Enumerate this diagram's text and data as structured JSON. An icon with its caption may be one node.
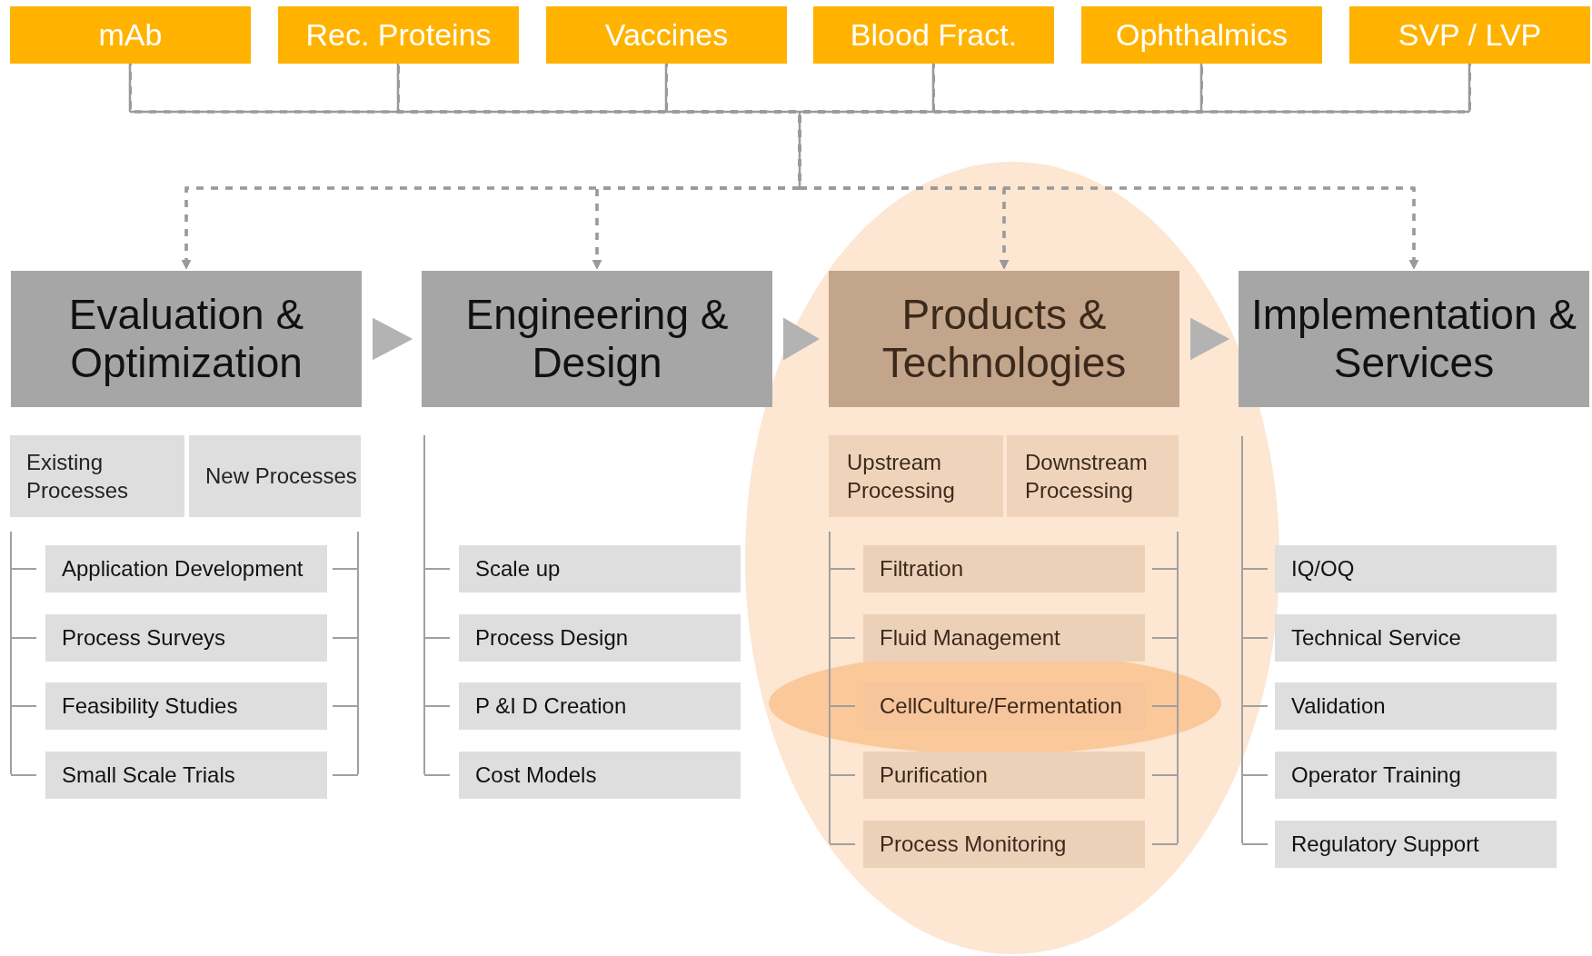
{
  "diagram": {
    "nodes": [
      {
        "text": [
          "mAb"
        ]
      },
      {
        "text": [
          "Rec. Proteins"
        ]
      },
      {
        "text": [
          "Vaccines"
        ]
      },
      {
        "text": [
          "Blood Fract."
        ]
      },
      {
        "text": [
          "Ophthalmics"
        ]
      },
      {
        "text": [
          "SVP / LVP"
        ]
      },
      {
        "text": [
          "Evaluation & Optimization"
        ]
      },
      {
        "text": [
          "Engineering & Design"
        ]
      },
      {
        "text": [
          "Products & Technologies"
        ]
      },
      {
        "text": [
          "Implementation & Services"
        ]
      },
      {
        "text": [
          "Existing Processes"
        ]
      },
      {
        "text": [
          "New Processes"
        ]
      },
      {
        "text": [
          "Application Development"
        ]
      },
      {
        "text": [
          "Process Surveys"
        ]
      },
      {
        "text": [
          "Feasibility Studies"
        ]
      },
      {
        "text": [
          "Small Scale Trials"
        ]
      },
      {
        "text": [
          "Scale up"
        ]
      },
      {
        "text": [
          "Process Design"
        ]
      },
      {
        "text": [
          "P &I D Creation"
        ]
      },
      {
        "text": [
          "Cost Models"
        ]
      },
      {
        "text": [
          "Upstream Processing"
        ]
      },
      {
        "text": [
          "Downstream Processing"
        ]
      },
      {
        "text": [
          "Filtration"
        ]
      },
      {
        "text": [
          "Fluid Management"
        ]
      },
      {
        "text": [
          "CellCulture/Fermentation"
        ]
      },
      {
        "text": [
          "Purification"
        ]
      },
      {
        "text": [
          "Process Monitoring"
        ]
      },
      {
        "text": [
          "IQ/OQ"
        ]
      },
      {
        "text": [
          "Technical Service"
        ]
      },
      {
        "text": [
          "Validation"
        ]
      },
      {
        "text": [
          "Operator Training"
        ]
      },
      {
        "text": [
          "Regulatory Support"
        ]
      }
    ],
    "edges": [
      {
        "from": 0,
        "to": 6,
        "arrow": "to",
        "style": "dashed"
      },
      {
        "from": 0,
        "to": 7,
        "arrow": "to",
        "style": "dashed"
      },
      {
        "from": 0,
        "to": 8,
        "arrow": "to",
        "style": "dashed"
      },
      {
        "from": 0,
        "to": 9,
        "arrow": "to",
        "style": "dashed"
      },
      {
        "from": 1,
        "to": 6,
        "arrow": "to",
        "style": "dashed"
      },
      {
        "from": 1,
        "to": 7,
        "arrow": "to",
        "style": "dashed"
      },
      {
        "from": 1,
        "to": 8,
        "arrow": "to",
        "style": "dashed"
      },
      {
        "from": 1,
        "to": 9,
        "arrow": "to",
        "style": "dashed"
      },
      {
        "from": 2,
        "to": 6,
        "arrow": "to",
        "style": "dashed"
      },
      {
        "from": 2,
        "to": 7,
        "arrow": "to",
        "style": "dashed"
      },
      {
        "from": 2,
        "to": 8,
        "arrow": "to",
        "style": "dashed"
      },
      {
        "from": 2,
        "to": 9,
        "arrow": "to",
        "style": "dashed"
      },
      {
        "from": 3,
        "to": 6,
        "arrow": "to",
        "style": "dashed"
      },
      {
        "from": 3,
        "to": 7,
        "arrow": "to",
        "style": "dashed"
      },
      {
        "from": 3,
        "to": 8,
        "arrow": "to",
        "style": "dashed"
      },
      {
        "from": 3,
        "to": 9,
        "arrow": "to",
        "style": "dashed"
      },
      {
        "from": 4,
        "to": 6,
        "arrow": "to",
        "style": "dashed"
      },
      {
        "from": 4,
        "to": 7,
        "arrow": "to",
        "style": "dashed"
      },
      {
        "from": 4,
        "to": 8,
        "arrow": "to",
        "style": "dashed"
      },
      {
        "from": 4,
        "to": 9,
        "arrow": "to",
        "style": "dashed"
      },
      {
        "from": 5,
        "to": 6,
        "arrow": "to",
        "style": "dashed"
      },
      {
        "from": 5,
        "to": 7,
        "arrow": "to",
        "style": "dashed"
      },
      {
        "from": 5,
        "to": 8,
        "arrow": "to",
        "style": "dashed"
      },
      {
        "from": 5,
        "to": 9,
        "arrow": "to",
        "style": "dashed"
      },
      {
        "from": 6,
        "to": 7,
        "arrow": "to",
        "style": "thick"
      },
      {
        "from": 7,
        "to": 8,
        "arrow": "to",
        "style": "thick"
      },
      {
        "from": 8,
        "to": 9,
        "arrow": "to",
        "style": "thick"
      }
    ]
  }
}
